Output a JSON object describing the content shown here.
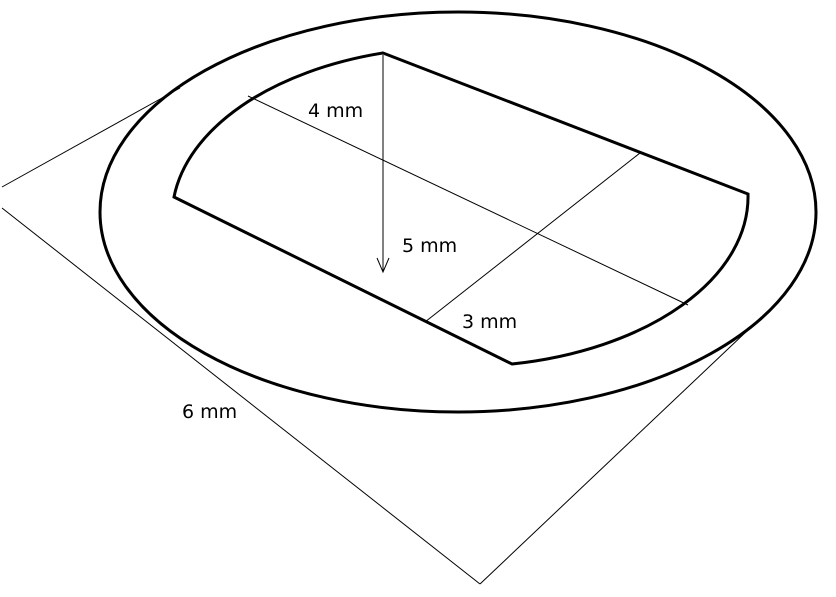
{
  "labels": {
    "depth": "4 mm",
    "height": "5 mm",
    "short_side": "3 mm",
    "outer_side": "6 mm"
  },
  "colors": {
    "stroke": "#000000",
    "background": "#ffffff"
  }
}
